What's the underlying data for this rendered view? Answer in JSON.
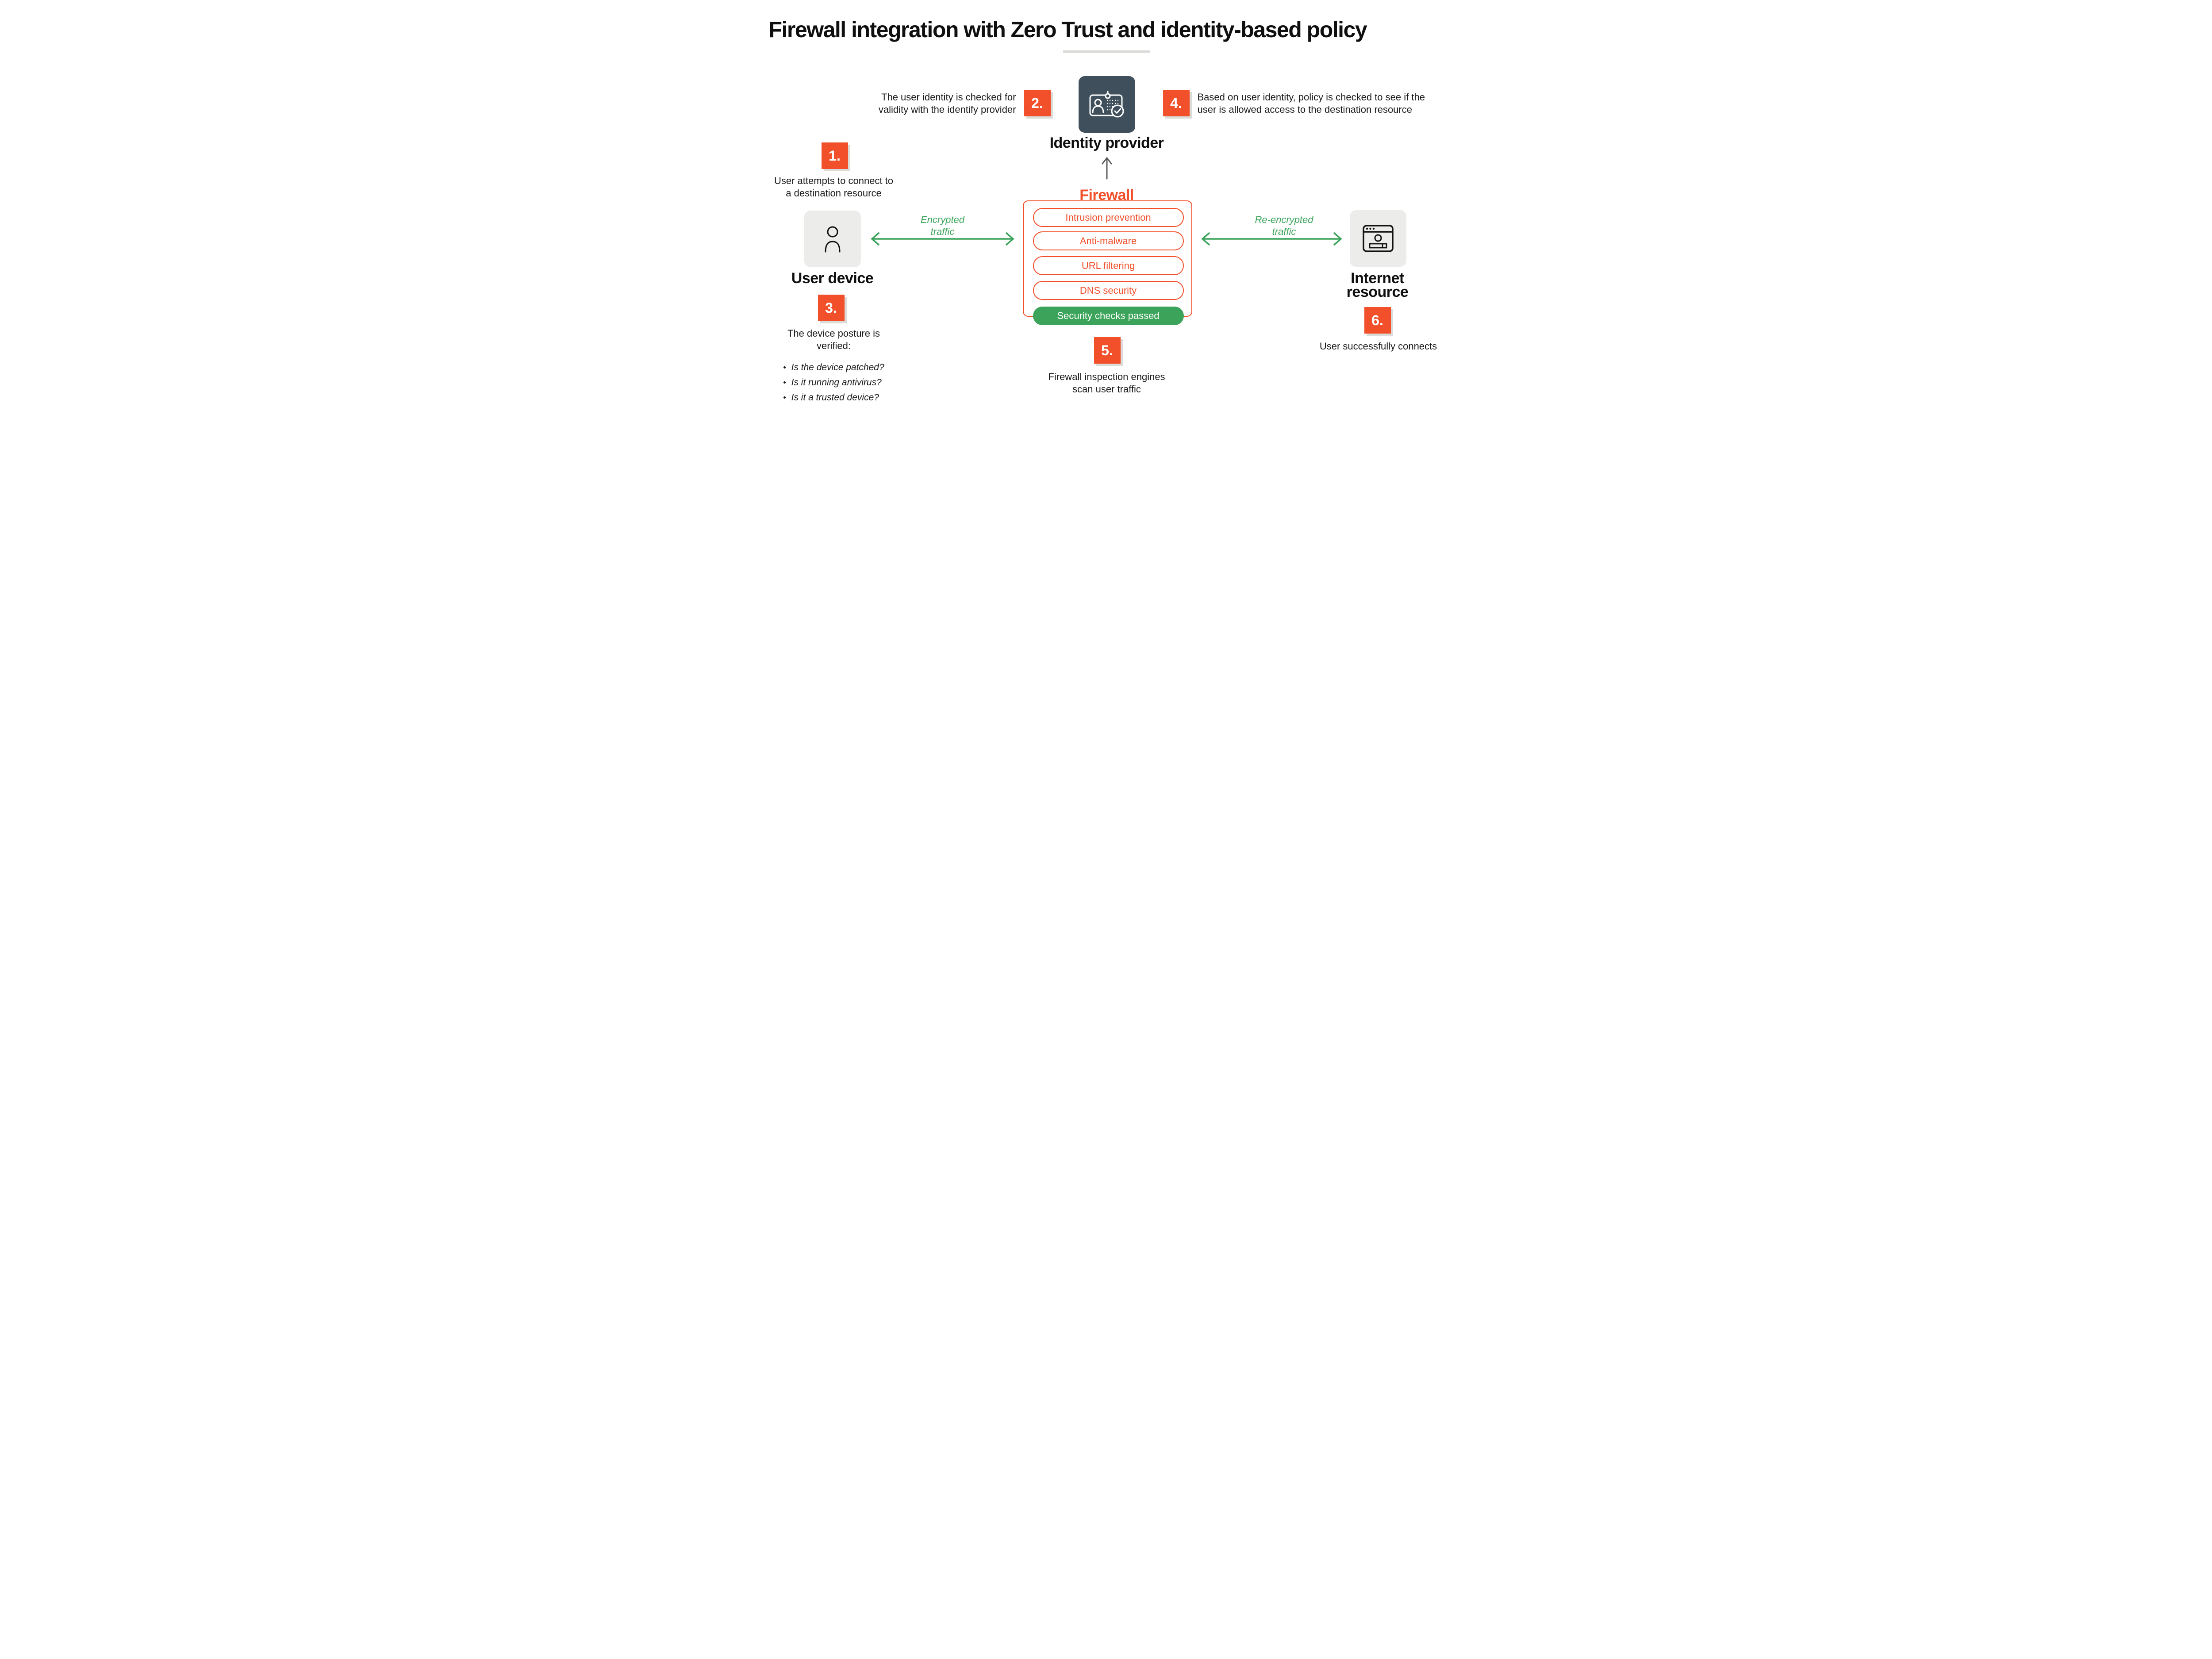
{
  "title": "Firewall integration with Zero Trust and identity-based policy",
  "steps": {
    "s1": {
      "num": "1.",
      "lines": [
        "User attempts to connect to",
        "a destination resource"
      ]
    },
    "s2": {
      "num": "2.",
      "lines": [
        "The user identity is checked for",
        "validity with the identify provider"
      ]
    },
    "s3": {
      "num": "3.",
      "lines": [
        "The device posture is",
        "verified:"
      ],
      "bullets": [
        "Is the device patched?",
        "Is it running antivirus?",
        "Is it a trusted device?"
      ]
    },
    "s4": {
      "num": "4.",
      "lines": [
        "Based on user identity, policy is checked to see if the",
        "user is allowed access to the destination resource"
      ]
    },
    "s5": {
      "num": "5.",
      "lines": [
        "Firewall inspection engines",
        "scan user traffic"
      ]
    },
    "s6": {
      "num": "6.",
      "lines": [
        "User successfully connects"
      ]
    }
  },
  "nodes": {
    "identity_provider": {
      "label": "Identity provider",
      "icon": "id-card-check-icon"
    },
    "user_device": {
      "label": "User device",
      "icon": "person-icon"
    },
    "internet_resource": {
      "lines": [
        "Internet",
        "resource"
      ],
      "icon": "browser-window-icon"
    },
    "firewall": {
      "label": "Firewall",
      "engines": [
        "Intrusion prevention",
        "Anti-malware",
        "URL filtering",
        "DNS security"
      ],
      "status": "Security checks passed"
    }
  },
  "arrows": {
    "encrypted": {
      "lines": [
        "Encrypted",
        "traffic"
      ]
    },
    "re_encrypted": {
      "lines": [
        "Re-encrypted",
        "traffic"
      ]
    },
    "up": {
      "from": "Firewall",
      "to": "Identity provider"
    }
  },
  "colors": {
    "orange": "#F2502B",
    "green": "#3BA45A",
    "slate": "#3F505C",
    "node_gray": "#ECECEA",
    "divider_gray": "#D9D9D6",
    "arrow_gray": "#5B5B5B",
    "badge_shadow": "#DBDBD8",
    "text": "#1A1A1A"
  }
}
